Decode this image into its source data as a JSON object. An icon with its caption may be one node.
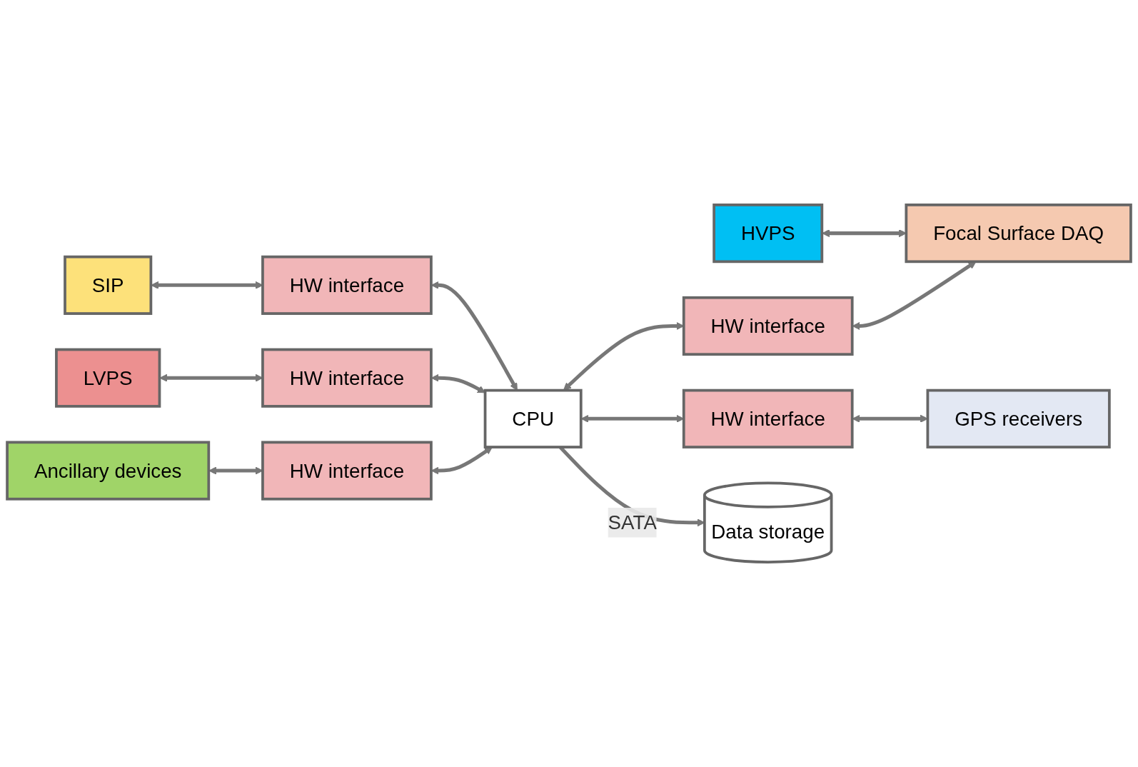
{
  "diagram": {
    "nodes": [
      {
        "text": [
          "SIP"
        ]
      },
      {
        "text": [
          "LVPS"
        ]
      },
      {
        "text": [
          "HW interface"
        ]
      },
      {
        "text": [
          "HW interface"
        ]
      },
      {
        "text": [
          "HVPS"
        ]
      },
      {
        "text": [
          "CPU"
        ]
      },
      {
        "text": [
          "Ancillary devices"
        ]
      },
      {
        "text": [
          "HW interface"
        ]
      },
      {
        "text": [
          "Focal Surface DAQ"
        ]
      },
      {
        "text": [
          "HW interface"
        ]
      },
      {
        "text": [
          "HW interface"
        ]
      },
      {
        "text": [
          "GPS receivers"
        ]
      },
      {
        "text": [
          "Data storage"
        ]
      }
    ],
    "edges": [
      {
        "from": 0,
        "to": 2,
        "arrow": "both"
      },
      {
        "from": 1,
        "to": 3,
        "arrow": "both"
      },
      {
        "from": 2,
        "to": 5,
        "arrow": "both"
      },
      {
        "from": 3,
        "to": 5,
        "arrow": "both"
      },
      {
        "from": 4,
        "to": 8,
        "arrow": "both"
      },
      {
        "from": 5,
        "to": 7,
        "arrow": "both"
      },
      {
        "from": 7,
        "to": 8,
        "arrow": "both"
      },
      {
        "from": 6,
        "to": 9,
        "arrow": "both"
      },
      {
        "from": 9,
        "to": 5,
        "arrow": "both"
      },
      {
        "from": 5,
        "to": 10,
        "arrow": "both"
      },
      {
        "from": 10,
        "to": 11,
        "arrow": "both"
      },
      {
        "from": 5,
        "to": 12,
        "arrow": "to",
        "label": "SATA"
      }
    ]
  }
}
